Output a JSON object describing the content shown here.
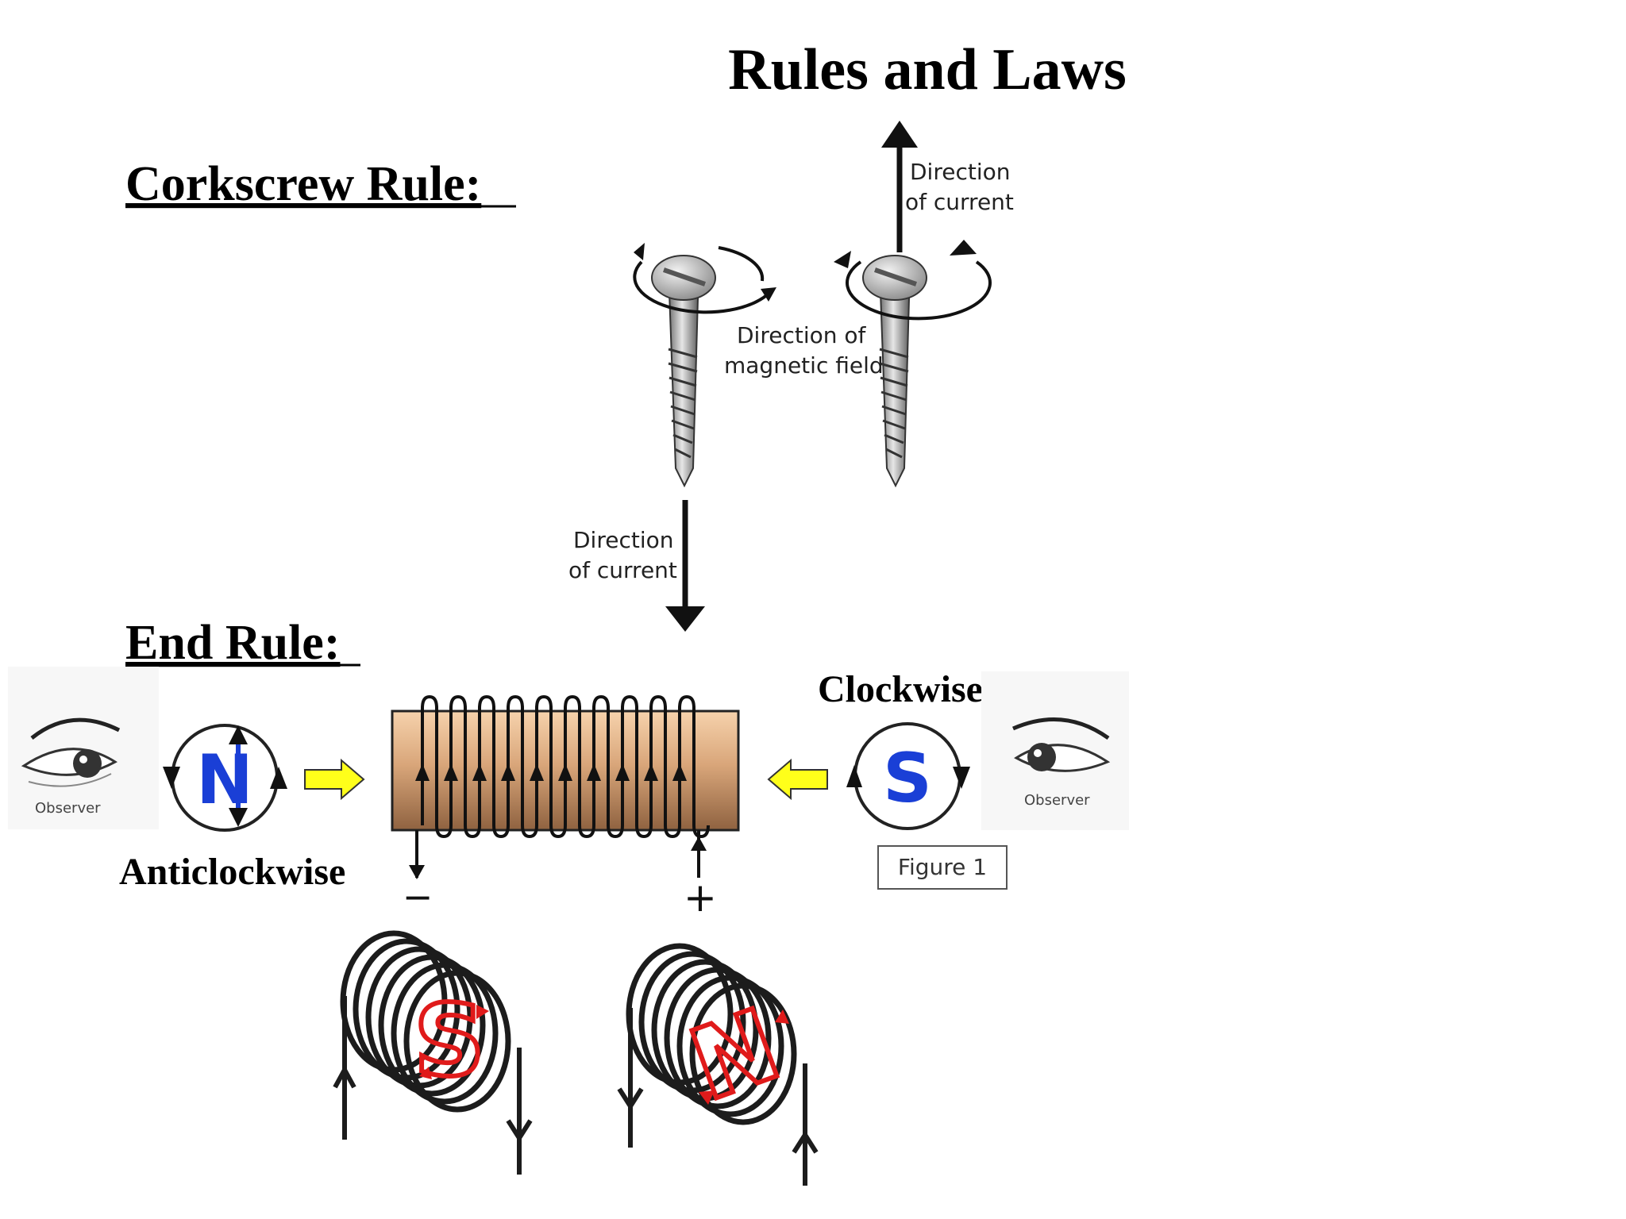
{
  "title": "Rules and Laws",
  "corkscrew": {
    "heading": "Corkscrew Rule:",
    "current_up_line1": "Direction",
    "current_up_line2": "of current",
    "field_line1": "Direction of",
    "field_line2": "magnetic field",
    "current_down_line1": "Direction",
    "current_down_line2": "of current"
  },
  "end_rule": {
    "heading": "End Rule:",
    "left_pole": "N",
    "right_pole": "S",
    "left_observer": "Observer",
    "right_observer": "Observer",
    "left_direction": "Anticlockwise",
    "right_direction": "Clockwise",
    "minus_terminal": "−",
    "plus_terminal": "+",
    "figure_label": "Figure 1"
  },
  "coils": {
    "left_pole": "S",
    "right_pole": "N"
  },
  "colors": {
    "pole_blue": "#1a3fd6",
    "arrow_yellow": "#ffff1a",
    "coil_red": "#e01b1b",
    "core_light": "#f2c9a0",
    "core_dark": "#a97850"
  }
}
